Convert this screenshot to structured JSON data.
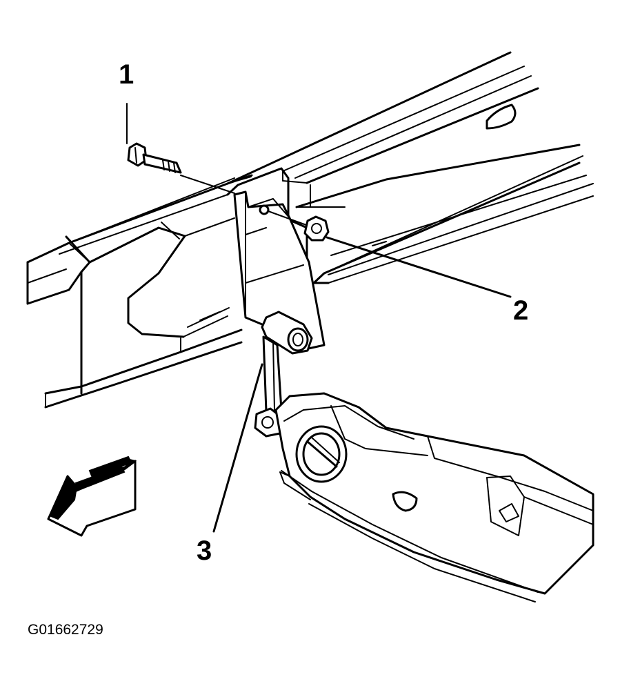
{
  "callouts": {
    "bolt": "1",
    "nut": "2",
    "link": "3"
  },
  "figure_id": "G01662729",
  "icons": {
    "direction_arrow": "front-direction-arrow-icon"
  }
}
